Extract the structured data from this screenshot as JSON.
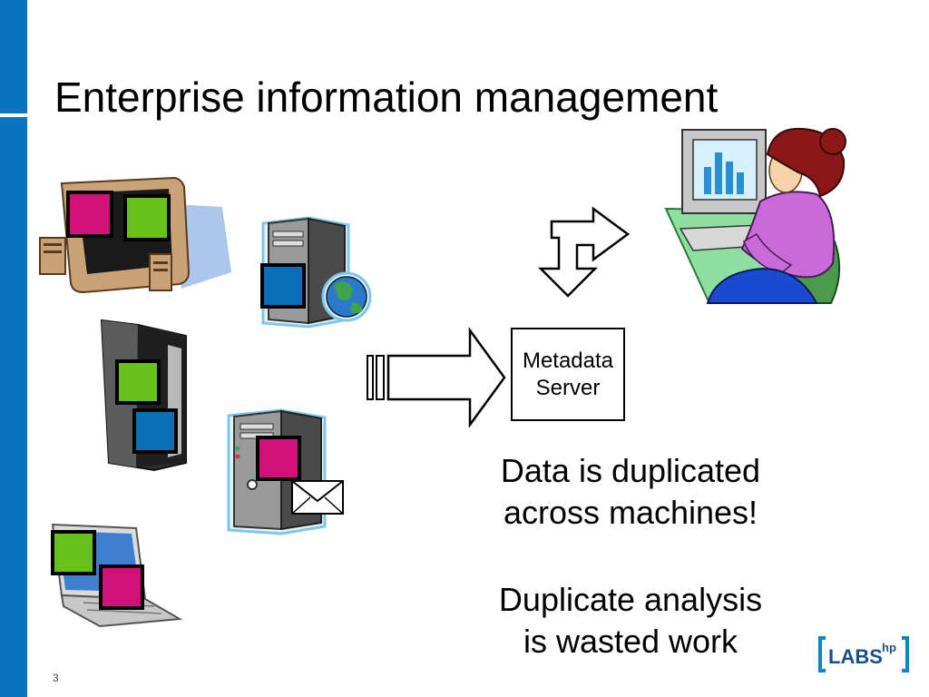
{
  "slide": {
    "title": "Enterprise information management",
    "page_number": "3"
  },
  "metadata_server": {
    "line1": "Metadata",
    "line2": "Server"
  },
  "notes": {
    "note1_line1": "Data is duplicated",
    "note1_line2": "across machines!",
    "note2_line1": "Duplicate analysis",
    "note2_line2": "is wasted work"
  },
  "logo": {
    "text": "LABS",
    "superscript": "hp"
  },
  "colors": {
    "sidebar": "#0a74c0",
    "magenta": "#d1127a",
    "green": "#66c21a",
    "blue": "#0b6fb8"
  },
  "icons": [
    "desktop-computer-icon",
    "server-globe-icon",
    "tower-server-icon",
    "server-mail-icon",
    "laptop-icon",
    "user-at-computer-icon"
  ]
}
